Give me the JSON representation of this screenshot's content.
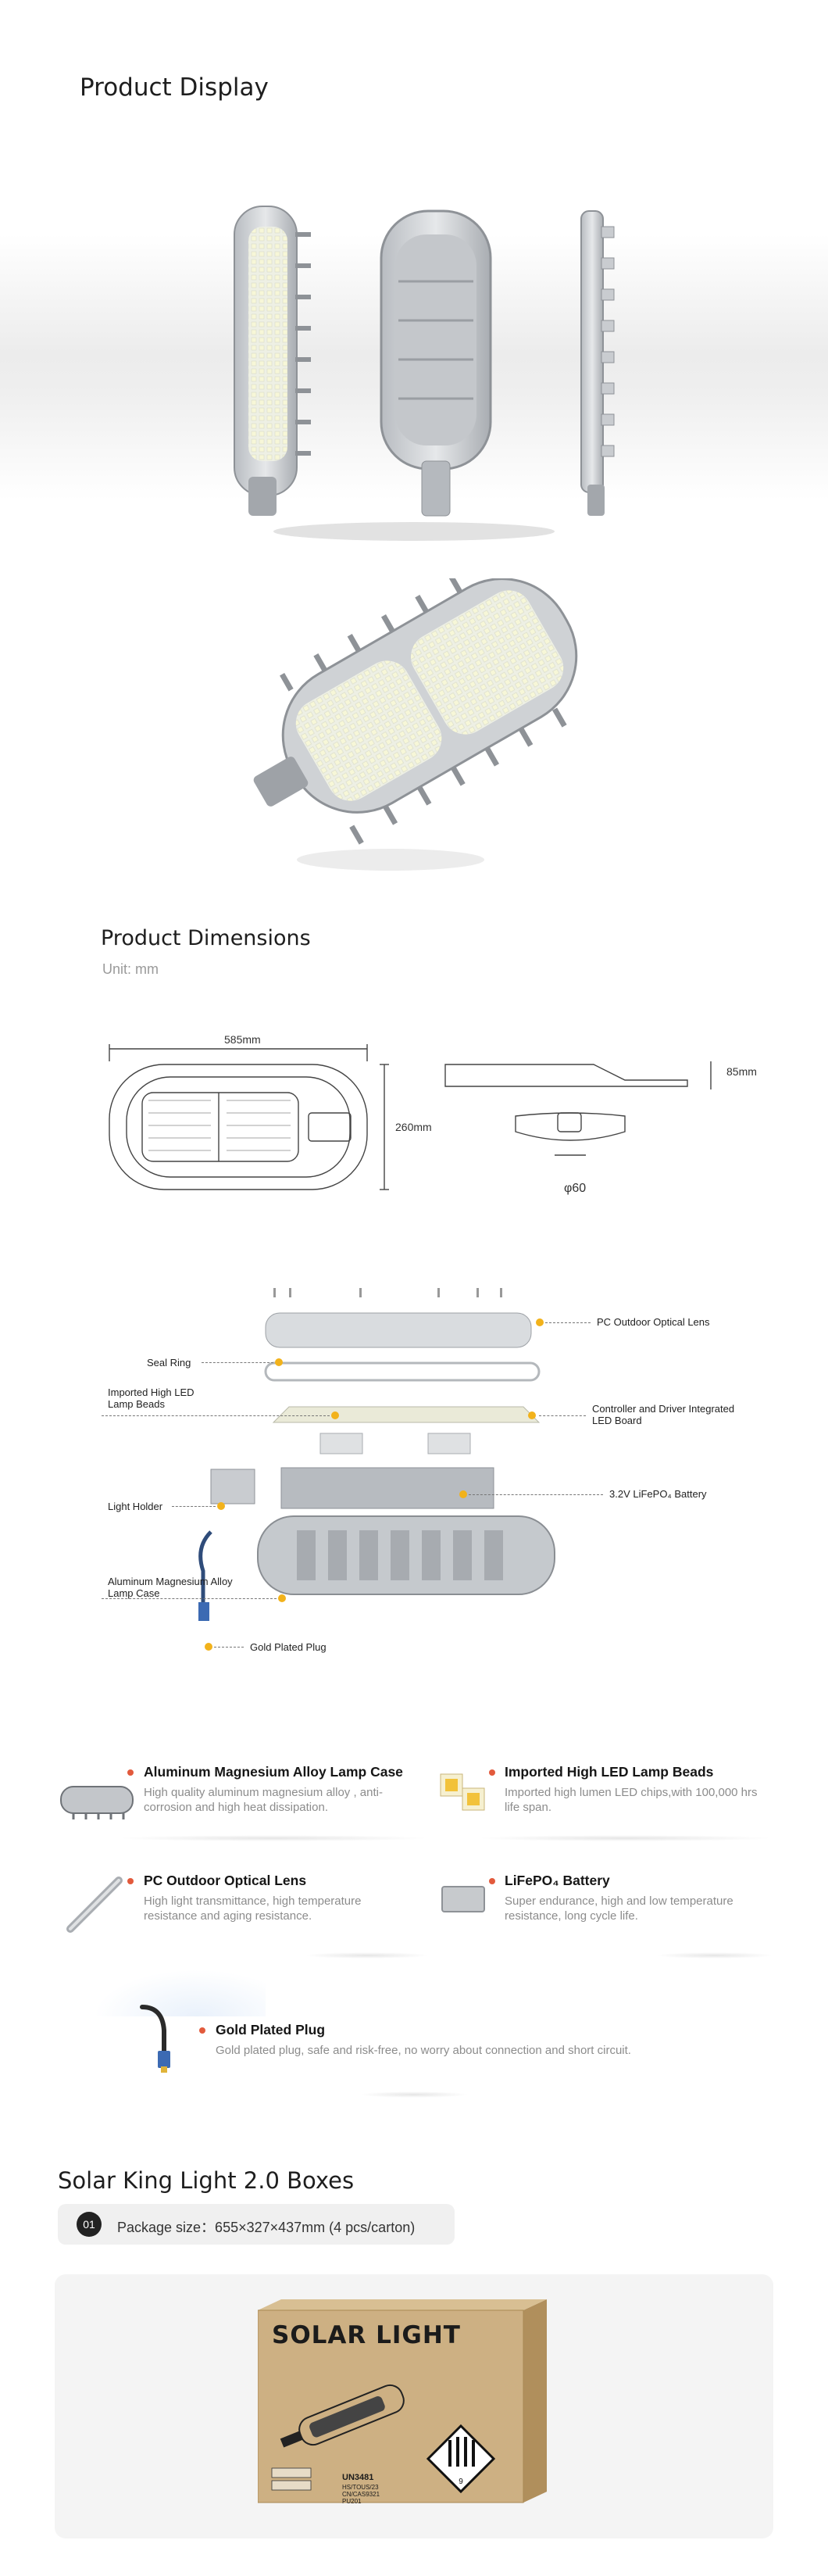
{
  "product_display": {
    "title": "Product Display"
  },
  "product_dimensions": {
    "title": "Product Dimensions",
    "unit": "Unit: mm",
    "length": "585mm",
    "width": "260mm",
    "height": "85mm",
    "diameter": "φ60"
  },
  "exploded_view": {
    "callouts": [
      "PC Outdoor Optical Lens",
      "Seal Ring",
      "Imported High LED Lamp Beads",
      "Controller and Driver Integrated LED Board",
      "3.2V LiFePO₄ Battery",
      "Light Holder",
      "Aluminum Magnesium Alloy Lamp Case",
      "Gold Plated Plug"
    ]
  },
  "features": [
    {
      "title": "Aluminum Magnesium Alloy Lamp Case",
      "desc": "High quality aluminum magnesium alloy , anti-corrosion and high heat dissipation.",
      "icon": "lamp-case-icon"
    },
    {
      "title": "Imported High LED Lamp Beads",
      "desc": "Imported high lumen LED chips,with 100,000 hrs life span.",
      "icon": "led-bead-icon"
    },
    {
      "title": "PC Outdoor Optical Lens",
      "desc": "High light transmittance, high temperature resistance and aging resistance.",
      "icon": "optical-lens-icon"
    },
    {
      "title": "LiFePO₄ Battery",
      "desc": "Super endurance, high and low temperature resistance, long cycle life.",
      "icon": "battery-icon"
    },
    {
      "title": "Gold Plated Plug",
      "desc": "Gold plated plug, safe and risk-free, no worry about connection and short circuit.",
      "icon": "plug-icon"
    }
  ],
  "boxes": {
    "title": "Solar King Light 2.0 Boxes",
    "package_num": "01",
    "package_size": "Package size：655×327×437mm (4 pcs/carton)",
    "box_print": {
      "headline": "SOLAR LIGHT",
      "un_code": "UN3481",
      "small_lines": [
        "HS/TOUS/23",
        "CN/CAS9321",
        "PU201"
      ]
    }
  },
  "colors": {
    "accent_yellow": "#f2b21b",
    "bullet_red": "#e25a3c",
    "box_kraft": "#c8a978"
  }
}
